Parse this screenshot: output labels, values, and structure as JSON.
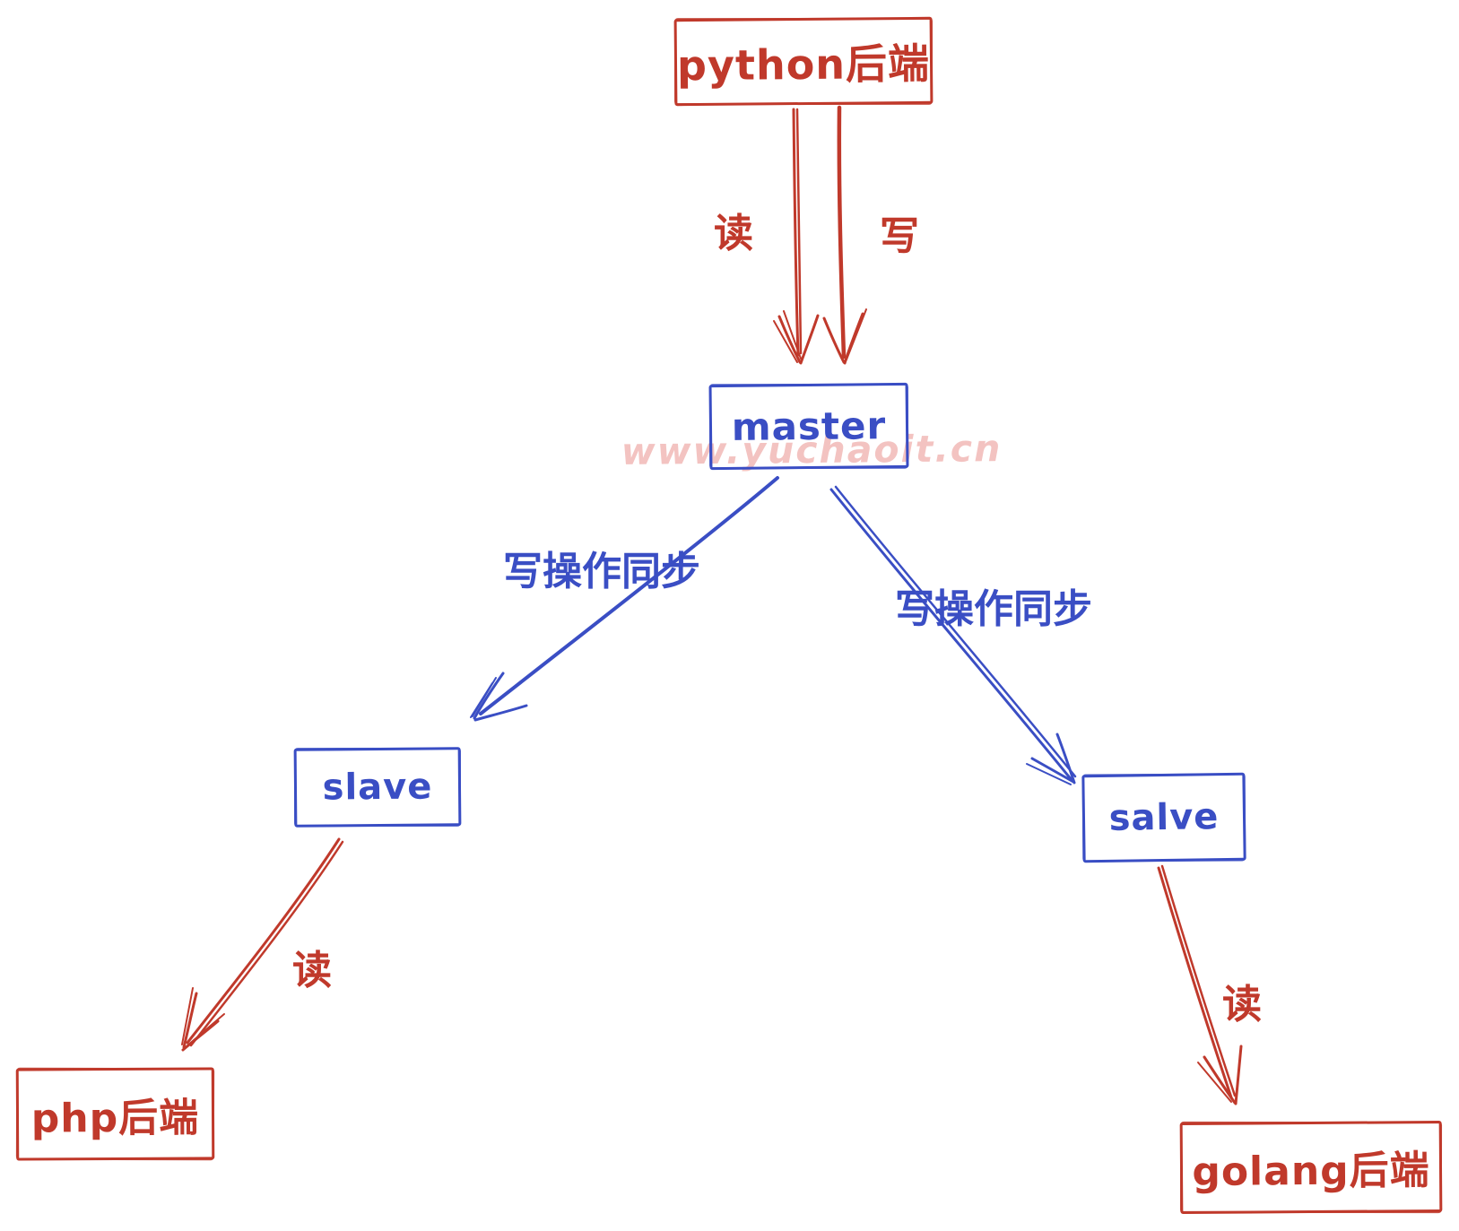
{
  "diagram": {
    "watermark": "www.yuchaoit.cn",
    "colors": {
      "red": "#c0392b",
      "blue": "#3a4ec4",
      "pink": "#f3c3c1"
    },
    "nodes": [
      {
        "id": "python-backend",
        "label": "python后端",
        "color": "red"
      },
      {
        "id": "master",
        "label": "master",
        "color": "blue"
      },
      {
        "id": "slave",
        "label": "slave",
        "color": "blue"
      },
      {
        "id": "salve",
        "label": "salve",
        "color": "blue"
      },
      {
        "id": "php-backend",
        "label": "php后端",
        "color": "red"
      },
      {
        "id": "golang-backend",
        "label": "golang后端",
        "color": "red"
      }
    ],
    "edges": [
      {
        "from": "python-backend",
        "to": "master",
        "label": "读",
        "color": "red"
      },
      {
        "from": "python-backend",
        "to": "master",
        "label": "写",
        "color": "red"
      },
      {
        "from": "master",
        "to": "slave",
        "label": "写操作同步",
        "color": "blue"
      },
      {
        "from": "master",
        "to": "salve",
        "label": "写操作同步",
        "color": "blue"
      },
      {
        "from": "slave",
        "to": "php-backend",
        "label": "读",
        "color": "red"
      },
      {
        "from": "salve",
        "to": "golang-backend",
        "label": "读",
        "color": "red"
      }
    ]
  }
}
